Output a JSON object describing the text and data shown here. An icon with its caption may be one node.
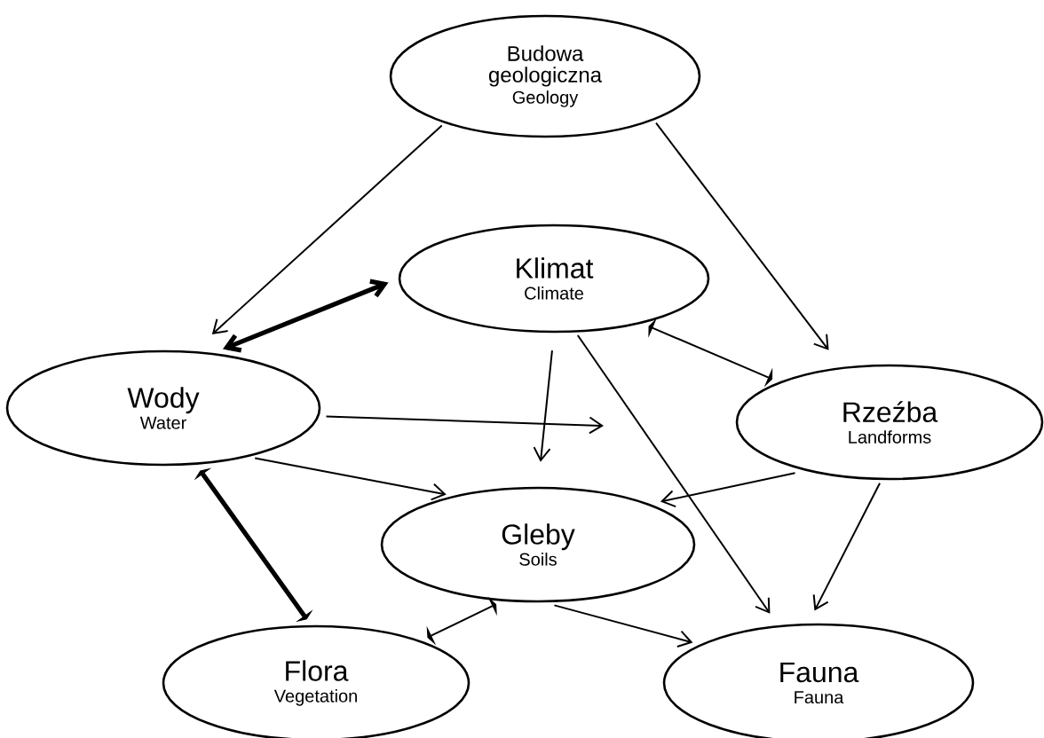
{
  "diagram": {
    "nodes": [
      {
        "text": [
          "Budowa geologiczna",
          "Geology"
        ]
      },
      {
        "text": [
          "Klimat",
          "Climate"
        ]
      },
      {
        "text": [
          "Wody",
          "Water"
        ]
      },
      {
        "text": [
          "Rzeźba",
          "Landforms"
        ]
      },
      {
        "text": [
          "Gleby",
          "Soils"
        ]
      },
      {
        "text": [
          "Flora",
          "Vegetation"
        ]
      },
      {
        "text": [
          "Fauna",
          "Fauna"
        ]
      }
    ],
    "edges": [
      {
        "from": 0,
        "to": 2,
        "arrow": "to"
      },
      {
        "from": 0,
        "to": 3,
        "arrow": "to"
      },
      {
        "from": 1,
        "to": 2,
        "arrow": "both",
        "style": "thick"
      },
      {
        "from": 1,
        "to": 3,
        "arrow": "other"
      },
      {
        "from": 1,
        "to": 4,
        "arrow": "to"
      },
      {
        "from": 1,
        "to": 6,
        "arrow": "to"
      },
      {
        "from": 2,
        "to": null,
        "arrow": "to"
      },
      {
        "from": 2,
        "to": 4,
        "arrow": "to"
      },
      {
        "from": 2,
        "to": 5,
        "arrow": "other",
        "style": "thick"
      },
      {
        "from": 3,
        "to": 4,
        "arrow": "to"
      },
      {
        "from": 3,
        "to": 6,
        "arrow": "to"
      },
      {
        "from": 4,
        "to": 5,
        "arrow": "other"
      },
      {
        "from": 4,
        "to": 6,
        "arrow": "to"
      }
    ]
  }
}
